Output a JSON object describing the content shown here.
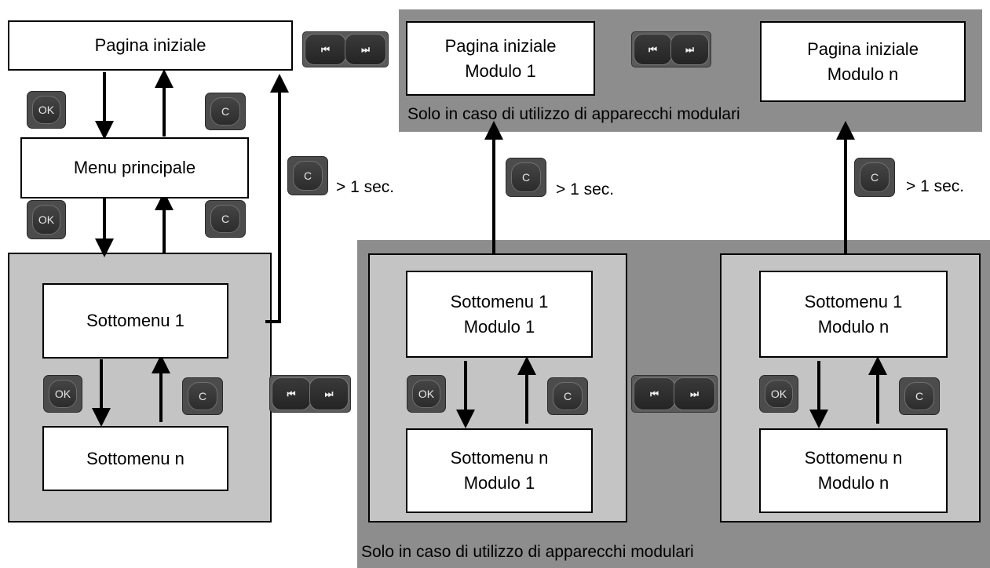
{
  "home_page": "Pagina iniziale",
  "main_menu": "Menu principale",
  "submenu_1": "Sottomenu 1",
  "submenu_n": "Sottomenu n",
  "module_1": "Modulo 1",
  "module_n": "Modulo n",
  "modular_note": "Solo in caso di utilizzo di apparecchi modulari",
  "hold_label": "> 1 sec.",
  "keys": {
    "ok": "OK",
    "c": "C",
    "prev": "⏮",
    "next": "⏭"
  }
}
